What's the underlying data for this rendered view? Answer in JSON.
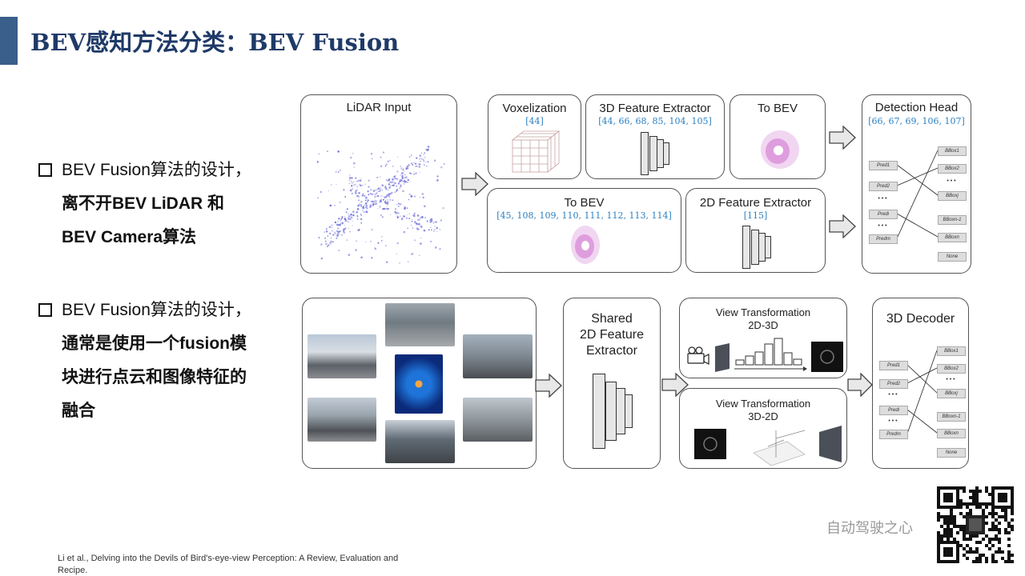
{
  "header": {
    "title": "BEV感知方法分类：BEV Fusion"
  },
  "bullets": [
    {
      "first": "BEV Fusion算法的设计，",
      "rest": [
        "离不开BEV LiDAR 和",
        "BEV Camera算法"
      ]
    },
    {
      "first": "BEV Fusion算法的设计，",
      "rest": [
        "通常是使用一个fusion模",
        "块进行点云和图像特征的",
        "融合"
      ]
    }
  ],
  "diagram_top": {
    "lidar_input": "LiDAR Input",
    "voxelization": {
      "title": "Voxelization",
      "refs": "[44]"
    },
    "feature_3d": {
      "title": "3D Feature Extractor",
      "refs": "[44, 66, 68, 85, 104, 105]"
    },
    "to_bev_1": {
      "title": "To BEV"
    },
    "to_bev_2": {
      "title": "To BEV",
      "refs": "[45, 108, 109, 110, 111, 112, 113, 114]"
    },
    "feature_2d": {
      "title": "2D Feature Extractor",
      "refs": "[115]"
    },
    "detection_head": {
      "title": "Detection Head",
      "refs": "[66, 67, 69, 106, 107]"
    }
  },
  "diagram_bottom": {
    "shared": "Shared\n2D Feature\nExtractor",
    "vt_23": {
      "title": "View Transformation",
      "sub": "2D-3D"
    },
    "vt_32": {
      "title": "View Transformation",
      "sub": "3D-2D"
    },
    "decoder": "3D Decoder"
  },
  "matching": {
    "preds": [
      "Pred1",
      "Pred2",
      "• • •",
      "Predi",
      "• • •",
      "Predm"
    ],
    "boxes": [
      "BBox1",
      "BBox2",
      "• • •",
      "BBoxj",
      "BBoxn-1",
      "BBoxn",
      "None"
    ]
  },
  "footer": {
    "citation_line1": "Li et al., Delving into the Devils of Bird's-eye-view Perception: A Review, Evaluation and",
    "citation_line2": "Recipe.",
    "watermark": "自动驾驶之心"
  },
  "colors": {
    "title": "#1f3a68",
    "refs": "#2a7fc0",
    "accent": "#3a5f8a"
  }
}
